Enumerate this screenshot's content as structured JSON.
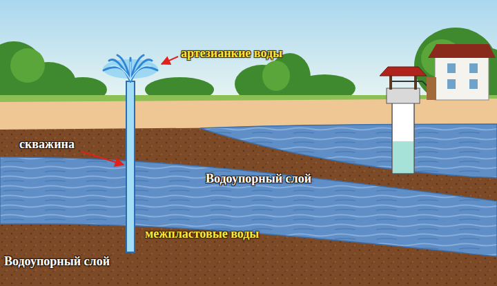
{
  "diagram": {
    "labels": [
      "артезианкие воды",
      "скважина",
      "Водоупорный слой",
      "межпластовые воды",
      "Водоупорный слой"
    ]
  }
}
